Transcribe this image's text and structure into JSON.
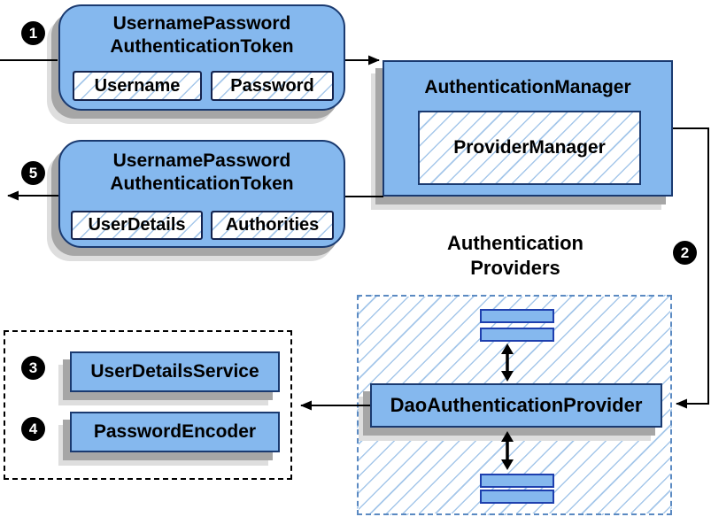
{
  "diagram": {
    "badges": {
      "step1": "1",
      "step2": "2",
      "step3": "3",
      "step4": "4",
      "step5": "5"
    },
    "request_token": {
      "title": "UsernamePassword\nAuthenticationToken",
      "field1": "Username",
      "field2": "Password"
    },
    "auth_manager": {
      "title": "AuthenticationManager",
      "inner": "ProviderManager"
    },
    "result_token": {
      "title": "UsernamePassword\nAuthenticationToken",
      "field1": "UserDetails",
      "field2": "Authorities"
    },
    "providers": {
      "heading": "Authentication\nProviders",
      "dao": "DaoAuthenticationProvider"
    },
    "services": {
      "user_details_service": "UserDetailsService",
      "password_encoder": "PasswordEncoder"
    },
    "colors": {
      "box_fill": "#85b8ee",
      "box_border": "#1a3a70",
      "mini_border": "#1e3fae",
      "chip_border": "#14234d",
      "hatch_line": "#a5c7ea",
      "dashed_border": "#5b8ac2",
      "dotted_border": "#000000",
      "shadow": "#a6a6a6",
      "shadow_light": "#dedede",
      "arrow": "#000000"
    }
  }
}
